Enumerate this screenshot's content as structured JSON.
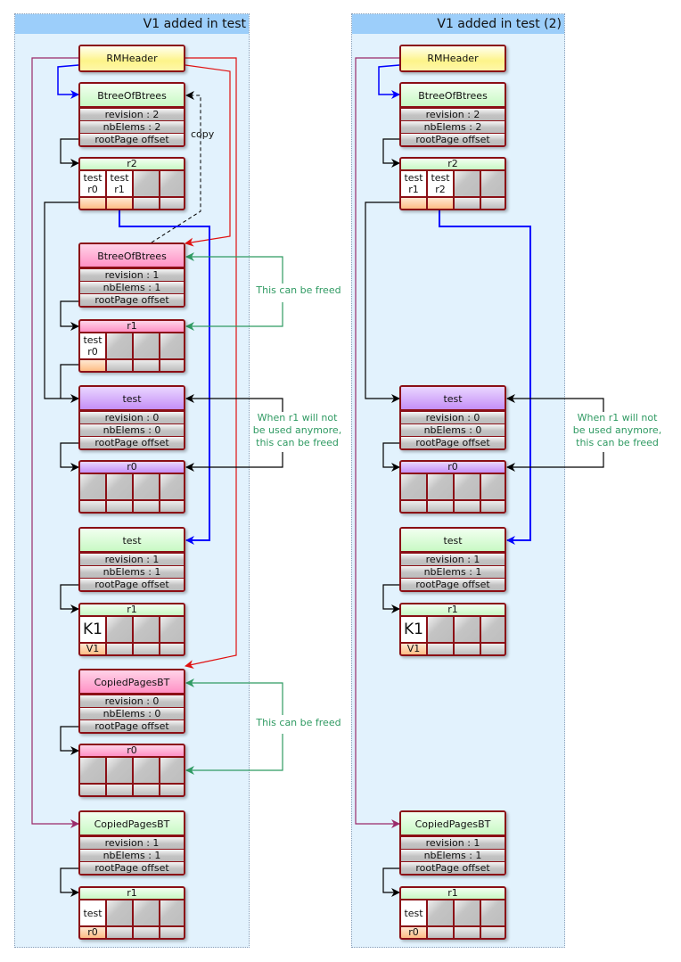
{
  "panels": [
    {
      "title": "V1 added in test",
      "rm_header": "RMHeader",
      "btree_of_btrees_current": {
        "title": "BtreeOfBtrees",
        "revision": "revision : 2",
        "nbElems": "nbElems : 2",
        "rootPage": "rootPage offset"
      },
      "bob_page": {
        "label": "r2",
        "cells": [
          [
            "test",
            "r0"
          ],
          [
            "test",
            "r1"
          ]
        ]
      },
      "copy_label": "copy",
      "btree_of_btrees_old": {
        "title": "BtreeOfBtrees",
        "revision": "revision : 1",
        "nbElems": "nbElems : 1",
        "rootPage": "rootPage offset"
      },
      "bob_old_page": {
        "label": "r1",
        "cells": [
          [
            "test",
            "r0"
          ]
        ]
      },
      "freed_note_1": "This can be freed",
      "test_old": {
        "title": "test",
        "revision": "revision : 0",
        "nbElems": "nbElems : 0",
        "rootPage": "rootPage offset"
      },
      "test_old_page": {
        "label": "r0"
      },
      "test_old_note": [
        "When r1 will not",
        "be used anymore,",
        "this can be freed"
      ],
      "test_new": {
        "title": "test",
        "revision": "revision : 1",
        "nbElems": "nbElems : 1",
        "rootPage": "rootPage offset"
      },
      "test_new_page": {
        "label": "r1",
        "key": "K1",
        "value": "V1"
      },
      "copied_old": {
        "title": "CopiedPagesBT",
        "revision": "revision : 0",
        "nbElems": "nbElems : 0",
        "rootPage": "rootPage offset"
      },
      "copied_old_page": {
        "label": "r0"
      },
      "freed_note_2": "This can be freed",
      "copied_new": {
        "title": "CopiedPagesBT",
        "revision": "revision : 1",
        "nbElems": "nbElems : 1",
        "rootPage": "rootPage offset"
      },
      "copied_new_page": {
        "label": "r1",
        "key": "test",
        "value": "r0"
      }
    },
    {
      "title": "V1 added in test (2)",
      "rm_header": "RMHeader",
      "btree_of_btrees_current": {
        "title": "BtreeOfBtrees",
        "revision": "revision : 2",
        "nbElems": "nbElems : 2",
        "rootPage": "rootPage offset"
      },
      "bob_page": {
        "label": "r2",
        "cells": [
          [
            "test",
            "r1"
          ],
          [
            "test",
            "r2"
          ]
        ]
      },
      "test_old": {
        "title": "test",
        "revision": "revision : 0",
        "nbElems": "nbElems : 0",
        "rootPage": "rootPage offset"
      },
      "test_old_page": {
        "label": "r0"
      },
      "test_old_note": [
        "When r1 will not",
        "be used anymore,",
        "this can be freed"
      ],
      "test_new": {
        "title": "test",
        "revision": "revision : 1",
        "nbElems": "nbElems : 1",
        "rootPage": "rootPage offset"
      },
      "test_new_page": {
        "label": "r1",
        "key": "K1",
        "value": "V1"
      },
      "copied_new": {
        "title": "CopiedPagesBT",
        "revision": "revision : 1",
        "nbElems": "nbElems : 1",
        "rootPage": "rootPage offset"
      },
      "copied_new_page": {
        "label": "r1",
        "key": "test",
        "value": "r0"
      }
    }
  ],
  "colors": {
    "current_node": "#c8f9c4",
    "obsolete_node": "#ff91c5",
    "old_revision_node": "#c58ff7",
    "header_node": "#fdf48a",
    "border": "#8b0f16",
    "note_text": "#2f9a62",
    "pointer_blue": "#0000ff",
    "pointer_red": "#e01010",
    "pointer_purple": "#9a2a6a"
  }
}
